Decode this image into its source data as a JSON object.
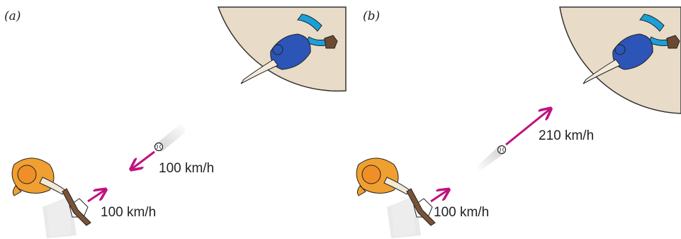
{
  "panels": [
    {
      "label": "(a)",
      "ball_speed": "100 km/h",
      "bat_speed": "100 km/h"
    },
    {
      "label": "(b)",
      "ball_speed": "210 km/h",
      "bat_speed": "100 km/h"
    }
  ],
  "colors": {
    "arrow": "#c0127e",
    "field": "#e8dcc8",
    "fielder_shirt": "#2d55b8",
    "fielder_pants": "#1aa0d8",
    "batter_shirt": "#f0a030",
    "glove": "#6b4a32",
    "bat": "#7a5236"
  }
}
